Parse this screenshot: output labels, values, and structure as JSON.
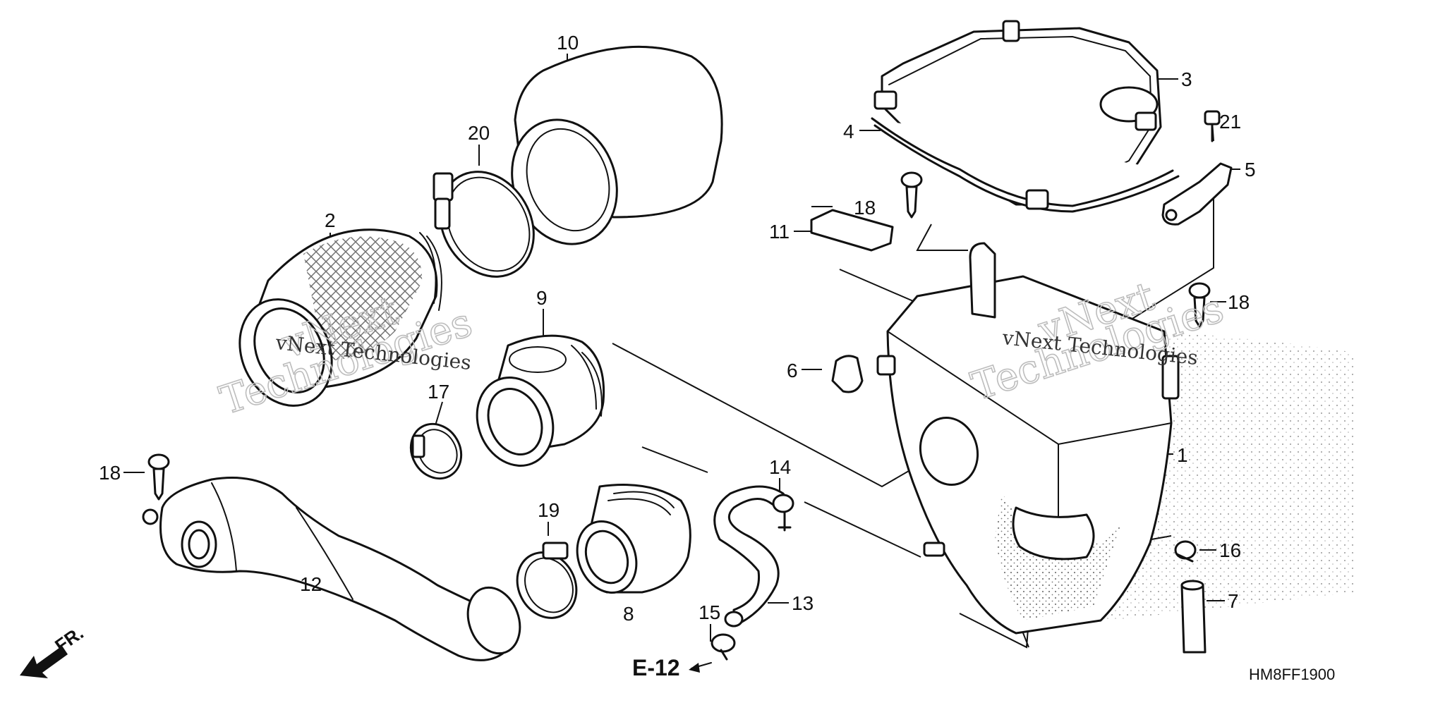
{
  "diagram": {
    "callouts": [
      {
        "id": "p1",
        "label": "1"
      },
      {
        "id": "p2",
        "label": "2"
      },
      {
        "id": "p3",
        "label": "3"
      },
      {
        "id": "p4",
        "label": "4"
      },
      {
        "id": "p5",
        "label": "5"
      },
      {
        "id": "p6",
        "label": "6"
      },
      {
        "id": "p7",
        "label": "7"
      },
      {
        "id": "p8",
        "label": "8"
      },
      {
        "id": "p9",
        "label": "9"
      },
      {
        "id": "p10",
        "label": "10"
      },
      {
        "id": "p11",
        "label": "11"
      },
      {
        "id": "p12",
        "label": "12"
      },
      {
        "id": "p13",
        "label": "13"
      },
      {
        "id": "p14",
        "label": "14"
      },
      {
        "id": "p15",
        "label": "15"
      },
      {
        "id": "p16",
        "label": "16"
      },
      {
        "id": "p17",
        "label": "17"
      },
      {
        "id": "p18a",
        "label": "18"
      },
      {
        "id": "p18b",
        "label": "18"
      },
      {
        "id": "p18c",
        "label": "18"
      },
      {
        "id": "p19",
        "label": "19"
      },
      {
        "id": "p20",
        "label": "20"
      },
      {
        "id": "p21",
        "label": "21"
      }
    ],
    "reference": "E-12",
    "front_label": "FR.",
    "diagram_code": "HM8FF1900",
    "watermarks": {
      "line1": "vNext",
      "line2": "Technologies",
      "overlay": "vNext Technologies"
    }
  }
}
